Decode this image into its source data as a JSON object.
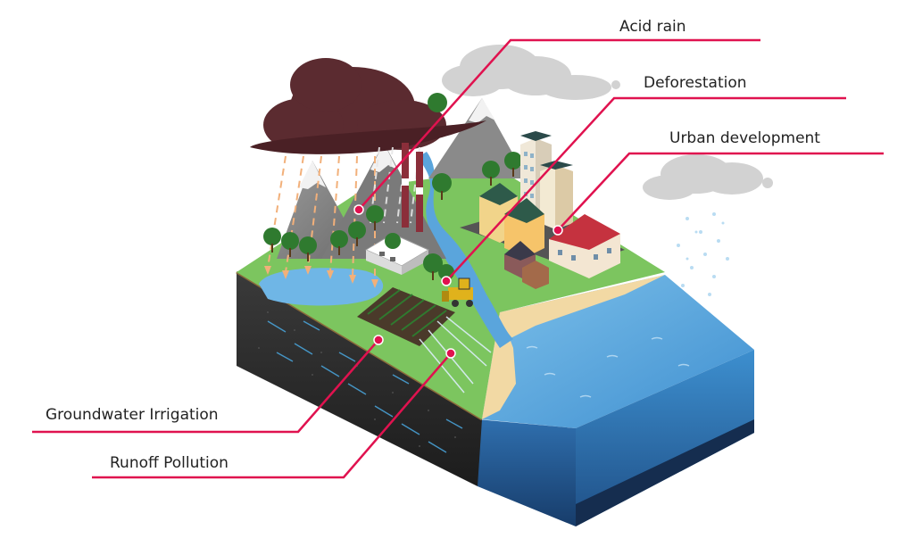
{
  "labels": {
    "acid_rain": "Acid rain",
    "deforestation": "Deforestation",
    "urban_development": "Urban development",
    "groundwater_irrigation": "Groundwater Irrigation",
    "runoff_pollution": "Runoff Pollution"
  },
  "colors": {
    "callout": "#e0124f",
    "ocean": "#3d8fcf",
    "grass": "#7cc55f",
    "soil": "#2f2f2f",
    "storm_cloud": "#5b2b30",
    "sand": "#f2d9a4"
  }
}
